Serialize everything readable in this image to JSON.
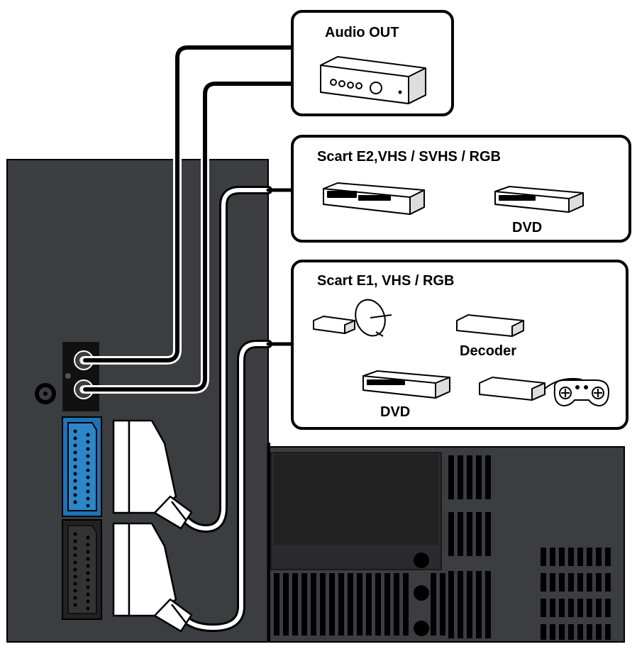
{
  "boxes": {
    "audio_out": {
      "title": "Audio OUT"
    },
    "scart_e2": {
      "title": "Scart E2,VHS / SVHS / RGB",
      "dvd_label": "DVD"
    },
    "scart_e1": {
      "title": "Scart E1, VHS / RGB",
      "decoder_label": "Decoder",
      "dvd_label": "DVD"
    }
  },
  "colors": {
    "tv_panel": "#3c3d40",
    "scart_blue": "#1e73b4",
    "cable_black": "#000000",
    "cable_white": "#ffffff",
    "background": "#ffffff"
  },
  "icons": [
    "amplifier-icon",
    "vcr-icon",
    "dvd-player-icon",
    "satellite-receiver-icon",
    "satellite-dish-icon",
    "decoder-icon",
    "game-console-icon",
    "gamepad-icon",
    "scart-plug-icon",
    "rca-jack-icon",
    "antenna-socket-icon"
  ]
}
